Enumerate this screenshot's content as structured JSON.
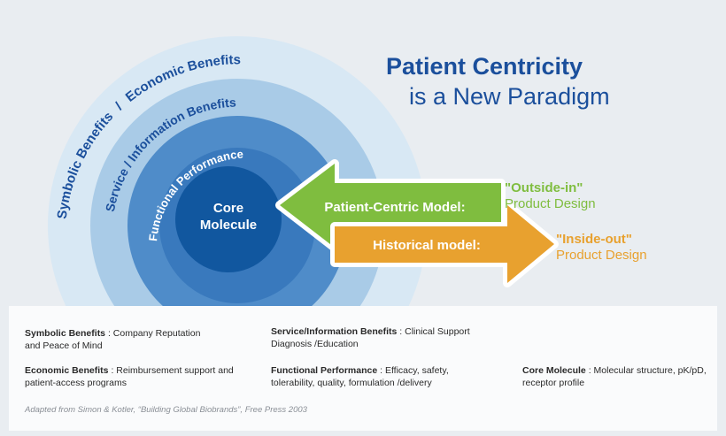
{
  "diagram": {
    "rings": {
      "outer_left": "Symbolic Benefits",
      "outer_separator": "/",
      "outer_right": "Economic Benefits",
      "second": "Service / Information Benefits",
      "third": "Functional Performance",
      "core_line1": "Core",
      "core_line2": "Molecule"
    },
    "title": {
      "line1": "Patient Centricity",
      "line2": "is a New Paradigm"
    },
    "arrows": {
      "patient_centric": "Patient-Centric Model:",
      "historical": "Historical model:"
    },
    "outcomes": {
      "outside_in_title": "\"Outside-in\"",
      "outside_in_sub": "Product Design",
      "inside_out_title": "\"Inside-out\"",
      "inside_out_sub": "Product Design"
    },
    "colors": {
      "outer_ring": "#d8e8f4",
      "second_ring": "#a9cbe7",
      "third_ring": "#4f8cc9",
      "fourth_ring": "#3979bd",
      "core": "#11579f",
      "green_arrow": "#7fbd3f",
      "orange_arrow": "#e8a12f",
      "title": "#1b4f9c"
    }
  },
  "legend": {
    "symbolic": {
      "term": "Symbolic Benefits",
      "desc": " : Company Reputation and Peace of Mind"
    },
    "service": {
      "term": "Service/Information Benefits",
      "desc": " : Clinical Support Diagnosis /Education"
    },
    "economic": {
      "term": "Economic Benefits",
      "desc": " : Reimbursement support and patient-access programs"
    },
    "functional": {
      "term": "Functional Performance",
      "desc": " : Efficacy, safety, tolerability, quality, formulation /delivery"
    },
    "core": {
      "term": "Core Molecule",
      "desc": " : Molecular structure, pK/pD, receptor profile"
    },
    "credit": "Adapted from Simon & Kotler, “Building Global Biobrands”, Free Press 2003"
  }
}
